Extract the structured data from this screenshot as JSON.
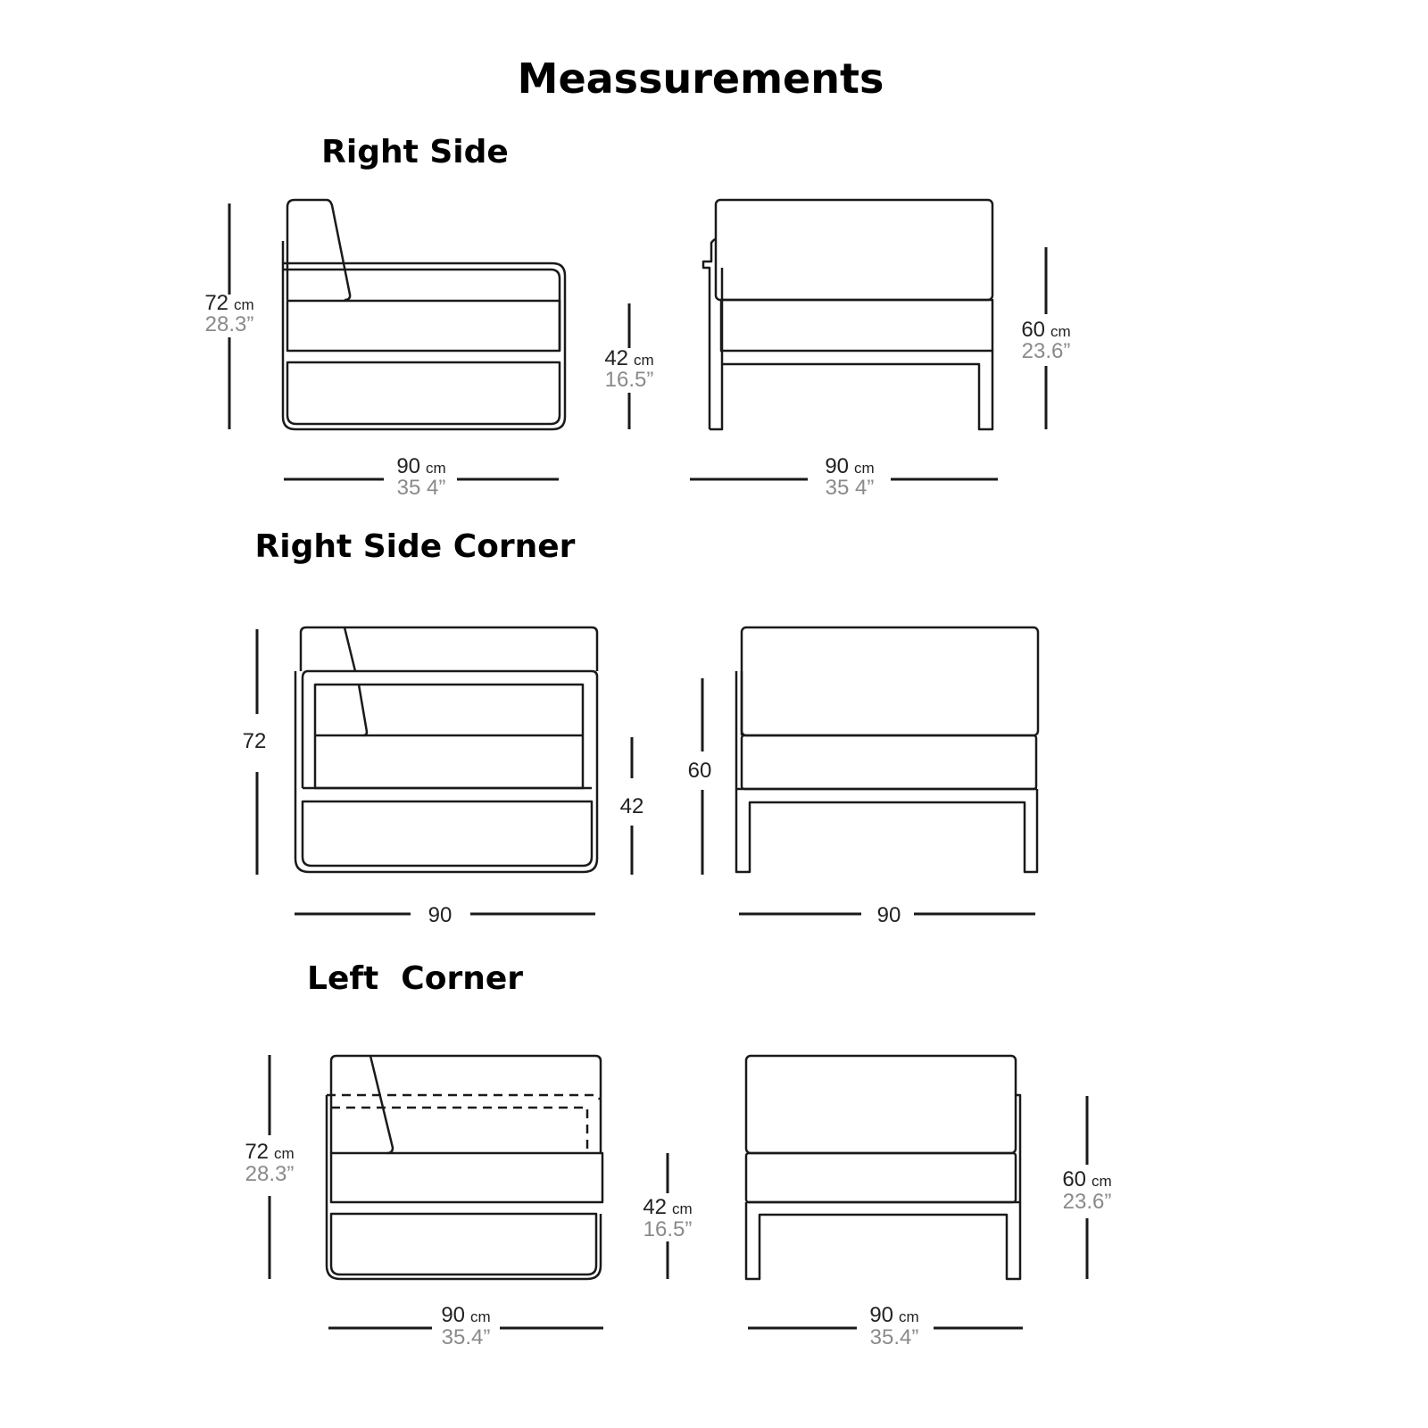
{
  "title": "Meassurements",
  "sections": [
    {
      "name": "Right Side",
      "side_view": {
        "height": {
          "value": "72",
          "unit": "cm",
          "imperial": "28.3”"
        },
        "seat_height": {
          "value": "42",
          "unit": "cm",
          "imperial": "16.5”"
        },
        "width": {
          "value": "90",
          "unit": "cm",
          "imperial": "35 4”"
        }
      },
      "front_view": {
        "height": {
          "value": "60",
          "unit": "cm",
          "imperial": "23.6”"
        },
        "width": {
          "value": "90",
          "unit": "cm",
          "imperial": "35 4”"
        }
      }
    },
    {
      "name": "Right Side Corner",
      "side_view": {
        "height": {
          "value": "72"
        },
        "seat_height": {
          "value": "42"
        },
        "width": {
          "value": "90"
        }
      },
      "front_view": {
        "height": {
          "value": "60"
        },
        "width": {
          "value": "90"
        }
      }
    },
    {
      "name": "Left  Corner",
      "side_view": {
        "height": {
          "value": "72",
          "unit": "cm",
          "imperial": "28.3”"
        },
        "seat_height": {
          "value": "42",
          "unit": "cm",
          "imperial": "16.5”"
        },
        "width": {
          "value": "90",
          "unit": "cm",
          "imperial": "35.4”"
        }
      },
      "front_view": {
        "height": {
          "value": "60",
          "unit": "cm",
          "imperial": "23.6”"
        },
        "width": {
          "value": "90",
          "unit": "cm",
          "imperial": "35.4”"
        }
      }
    }
  ]
}
